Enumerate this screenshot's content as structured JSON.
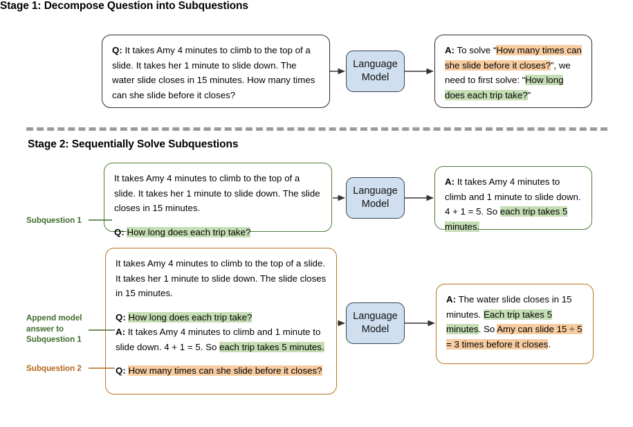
{
  "diagram": {
    "title": "Least-to-Most Prompting two stage pipeline",
    "colors": {
      "highlight_green": "#c5ddb4",
      "highlight_orange": "#f7cca0",
      "box_border_green": "#4b7c36",
      "box_border_orange": "#b5761f",
      "box_border_black": "#2b2b2b",
      "lm_fill": "#cfdfef",
      "lm_border": "#36434f",
      "divider": "#9b9b9b",
      "label_green": "#3e6b2b",
      "label_orange": "#b5671a"
    }
  },
  "stage1": {
    "title": "Stage 1: Decompose Question into Subquestions",
    "question_box": {
      "q_label": "Q:",
      "text": " It takes Amy 4 minutes to climb to the top of a slide. It takes her 1 minute to slide down. The water slide closes in 15 minutes. How many times can she slide before it closes?"
    },
    "model": {
      "line1": "Language",
      "line2": "Model"
    },
    "answer_box": {
      "a_label": "A:",
      "seg1": " To solve “",
      "seg2_orange": "How many times can she slide before it closes?",
      "seg3": "”, we need to first solve: “",
      "seg4_green": "How long does each trip take?",
      "seg5": "”"
    }
  },
  "stage2": {
    "title": "Stage 2: Sequentially Solve Subquestions",
    "labels": {
      "subquestion1": "Subquestion 1",
      "append": "Append model\nanswer to\nSubquestion 1",
      "subquestion2": "Subquestion 2"
    },
    "model": {
      "line1": "Language",
      "line2": "Model"
    },
    "prompt1": {
      "context": "It takes Amy 4 minutes to climb to the top of a slide. It takes her 1 minute to slide down. The slide closes in 15 minutes.",
      "q_label": "Q:",
      "q_green": "How long does each trip take?"
    },
    "answer1": {
      "a_label": "A:",
      "seg1": " It takes Amy 4 minutes to climb and 1 minute to slide down. 4 + 1 = 5. So ",
      "seg2_green": "each trip takes 5 minutes.",
      "seg3": ""
    },
    "prompt2": {
      "context": "It takes Amy 4 minutes to climb to the top of a slide. It takes her 1 minute to slide down. The slide closes in 15 minutes.",
      "q1_label": "Q:",
      "q1_green": "How long does each trip take?",
      "a1_label": "A:",
      "a1_seg1": " It takes Amy 4 minutes to climb and 1 minute to slide down. 4 + 1 = 5. So ",
      "a1_green": "each trip takes 5 minutes.",
      "q2_label": "Q:",
      "q2_orange": "How many times can she slide before it closes?"
    },
    "answer2": {
      "a_label": "A:",
      "seg1": " The water slide closes in 15 minutes. ",
      "seg2_green": "Each trip takes 5 minutes",
      "seg3": ". So ",
      "seg4_orange": "Amy can slide 15 ÷ 5 = 3 times before it closes",
      "seg5": "."
    }
  }
}
